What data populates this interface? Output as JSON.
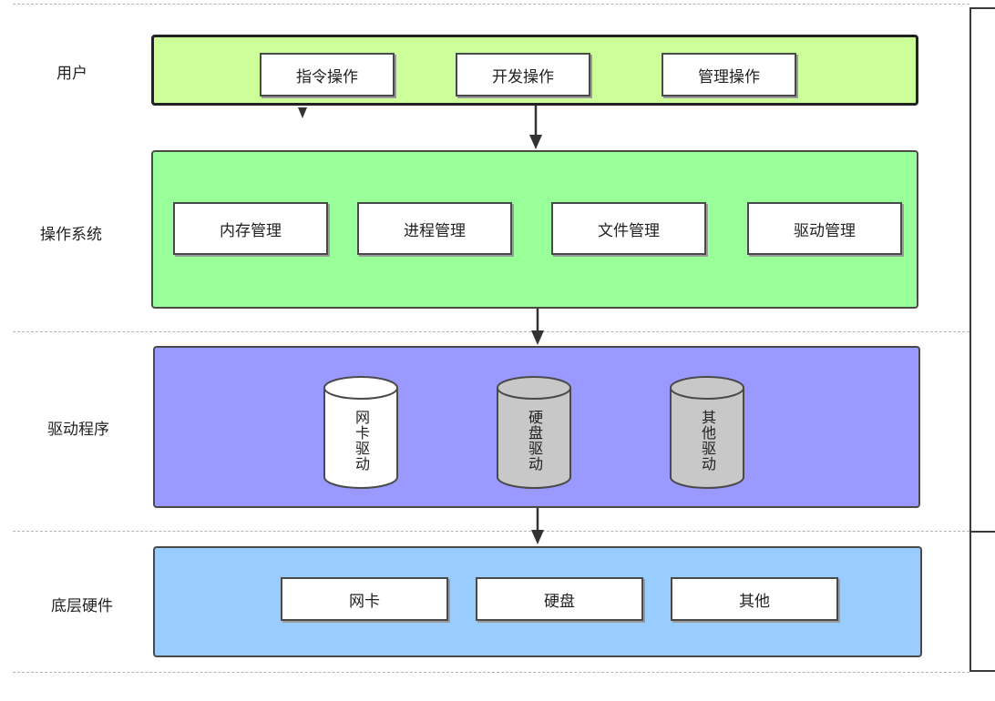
{
  "layers": [
    {
      "label": "用户",
      "color": "#ccff99",
      "items": [
        "指令操作",
        "开发操作",
        "管理操作"
      ]
    },
    {
      "label": "操作系统",
      "color": "#99ff99",
      "items": [
        "内存管理",
        "进程管理",
        "文件管理",
        "驱动管理"
      ]
    },
    {
      "label": "驱动程序",
      "color": "#9999ff",
      "items": [
        {
          "text": "网卡驱动",
          "fill": "#ffffff"
        },
        {
          "text": "硬盘驱动",
          "fill": "#c8c8c8"
        },
        {
          "text": "其他驱动",
          "fill": "#c8c8c8"
        }
      ]
    },
    {
      "label": "底层硬件",
      "color": "#99ccff",
      "items": [
        "网卡",
        "硬盘",
        "其他"
      ]
    }
  ]
}
